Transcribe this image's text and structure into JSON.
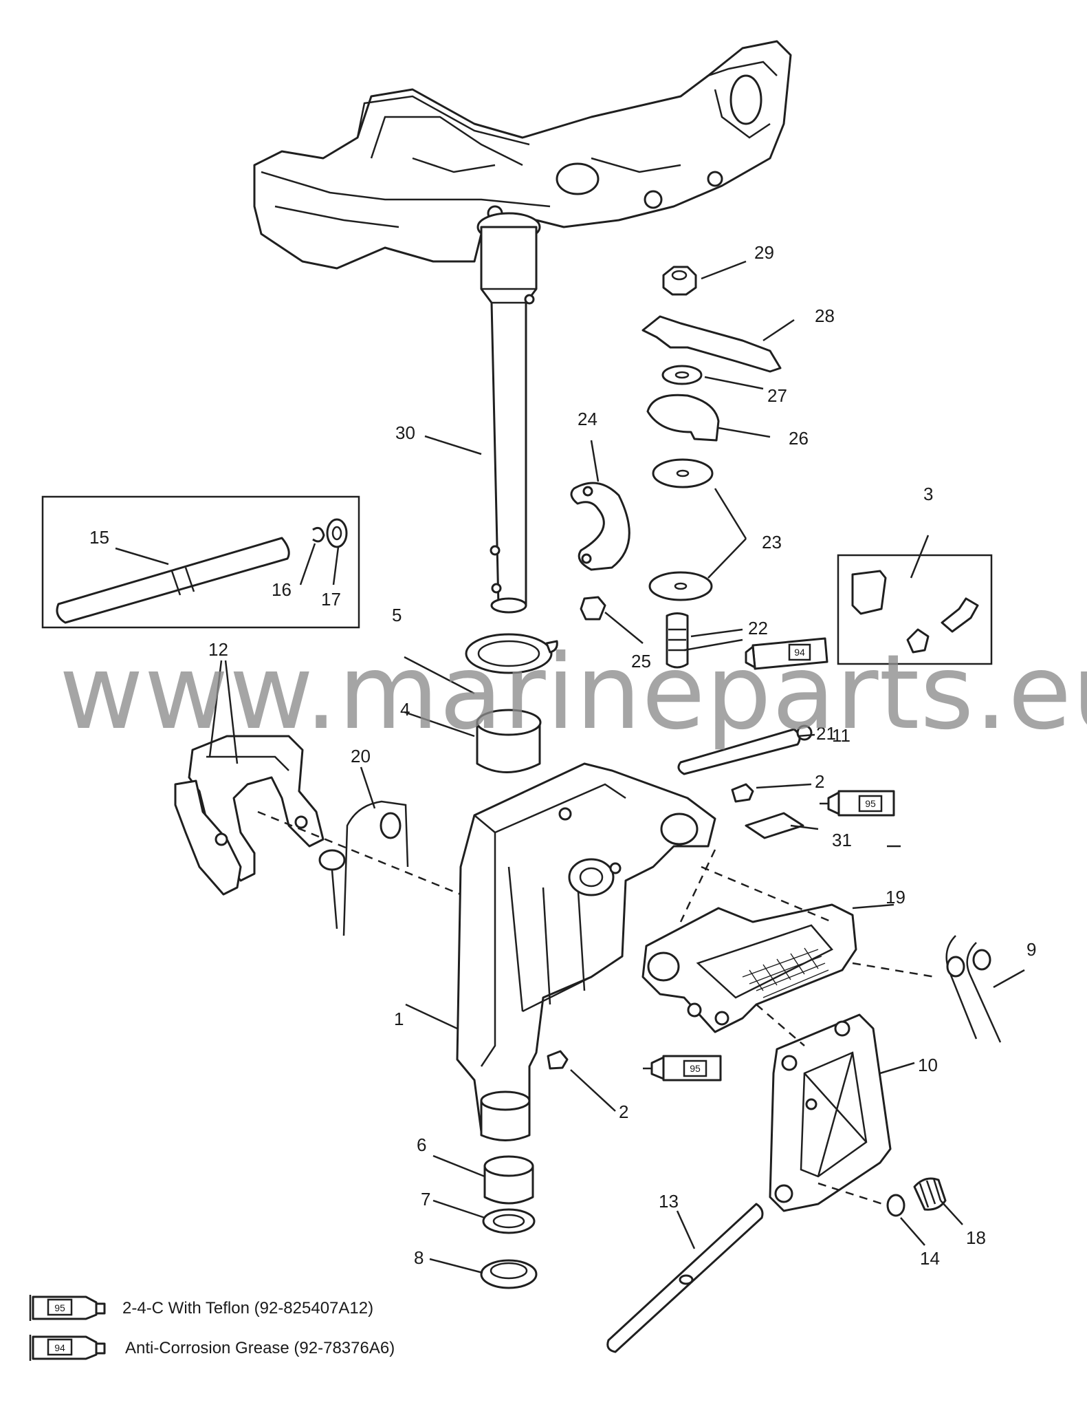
{
  "watermark": "www.marineparts.eu",
  "callouts": {
    "c1": "1",
    "c2a": "2",
    "c2b": "2",
    "c3": "3",
    "c4": "4",
    "c5": "5",
    "c6": "6",
    "c7": "7",
    "c8": "8",
    "c9": "9",
    "c10": "10",
    "c11": "11",
    "c12": "12",
    "c13": "13",
    "c14": "14",
    "c15": "15",
    "c16": "16",
    "c17": "17",
    "c18": "18",
    "c19": "19",
    "c20": "20",
    "c21": "21",
    "c22": "22",
    "c23": "23",
    "c24": "24",
    "c25": "25",
    "c26": "26",
    "c27": "27",
    "c28": "28",
    "c29": "29",
    "c30": "30",
    "c31": "31"
  },
  "tube_codes": {
    "t22": "94",
    "t2a": "95",
    "t2b": "95"
  },
  "legend": [
    {
      "code": "95",
      "text": "2-4-C  With Teflon (92-825407A12)"
    },
    {
      "code": "94",
      "text": "Anti-Corrosion Grease (92-78376A6)"
    }
  ]
}
